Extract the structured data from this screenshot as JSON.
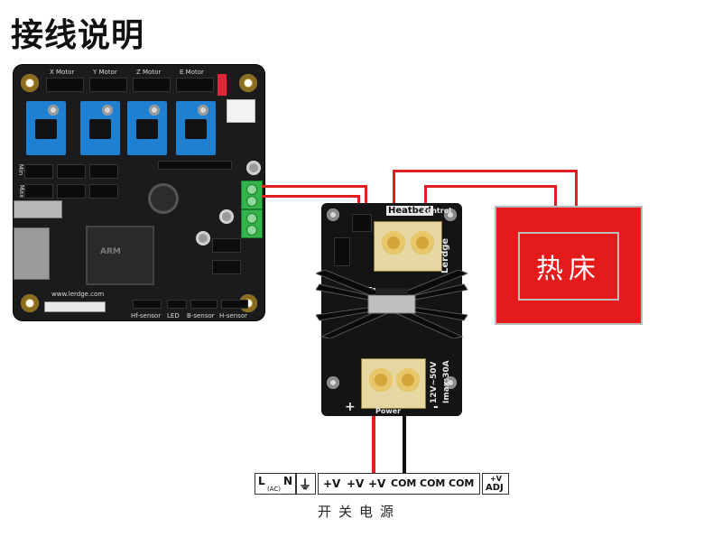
{
  "title": "接线说明",
  "board": {
    "motor_labels": [
      "X Motor",
      "Y Motor",
      "Z Motor",
      "E Motor"
    ],
    "side_labels": [
      "Min",
      "Max"
    ],
    "website": "www.lerdge.com",
    "bottom_labels": [
      "Hf-sensor",
      "LED",
      "B-sensor",
      "H-sensor"
    ],
    "mcu_marking": "ARM"
  },
  "module": {
    "label_heatbed": "Heatbed",
    "label_control": "control",
    "brand": "Lerdge",
    "label_fan": "Fan",
    "rating_voltage": "12V~50V",
    "rating_current": "Imax:30A",
    "label_power": "Power",
    "plus": "+",
    "minus": "-"
  },
  "heater": {
    "label": "热床"
  },
  "psu": {
    "l_label": "L",
    "n_label": "N",
    "ac_label": "(AC)",
    "ground_symbol": "⏚",
    "plus_v": [
      "+V",
      "+V",
      "+V"
    ],
    "com": [
      "COM",
      "COM",
      "COM"
    ],
    "adj_top": "+V",
    "adj_bottom": "ADJ",
    "caption": "开关电源"
  },
  "colors": {
    "heater": "#e31b1b",
    "wire_positive": "#e02020",
    "wire_negative": "#111111",
    "stepper_driver": "#1f7fd0",
    "board": "#1b1b1d"
  },
  "icons": [
    "ground-icon",
    "heatsink-icon",
    "screw-terminal-icon"
  ]
}
